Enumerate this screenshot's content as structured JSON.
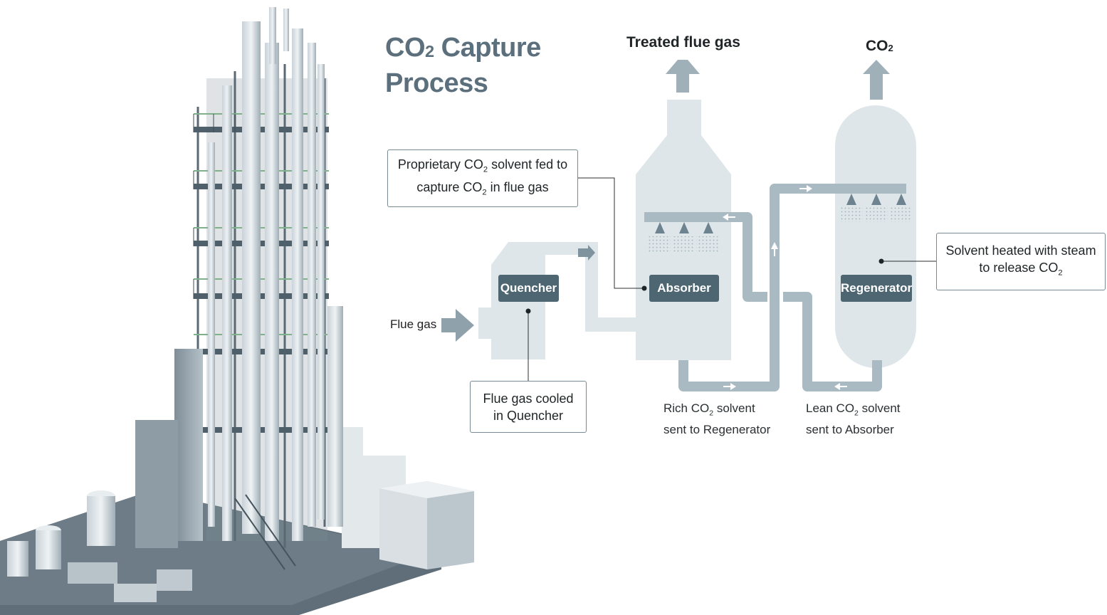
{
  "title": {
    "line1_main": "CO",
    "line1_sub": "2",
    "line1_rest": " Capture",
    "line2": "Process"
  },
  "outputs": {
    "treated_flue_gas": "Treated flue gas",
    "co2_main": "CO",
    "co2_sub": "2"
  },
  "units": {
    "quencher": "Quencher",
    "absorber": "Absorber",
    "regenerator": "Regenerator"
  },
  "inputs": {
    "flue_gas": "Flue gas"
  },
  "callouts": {
    "solvent_fed": {
      "line1_a": "Proprietary CO",
      "line1_sub": "2",
      "line1_b": " solvent fed to",
      "line2_a": "capture CO",
      "line2_sub": "2",
      "line2_b": " in flue gas"
    },
    "quencher_note": {
      "line1": "Flue gas cooled",
      "line2": "in Quencher"
    },
    "regen_note": {
      "line1": "Solvent heated with steam",
      "line2_a": "to release CO",
      "line2_sub": "2"
    }
  },
  "streams": {
    "rich": {
      "line1_a": "Rich CO",
      "line1_sub": "2",
      "line1_b": " solvent",
      "line2": "sent to Regenerator"
    },
    "lean": {
      "line1_a": "Lean CO",
      "line1_sub": "2",
      "line1_b": " solvent",
      "line2": "sent to Absorber"
    }
  },
  "colors": {
    "vessel": "#dfe6ea",
    "pipe": "#a9bac3",
    "arrow": "#8fa2ac",
    "tag": "#4e6672",
    "title": "#5b6f7c"
  }
}
